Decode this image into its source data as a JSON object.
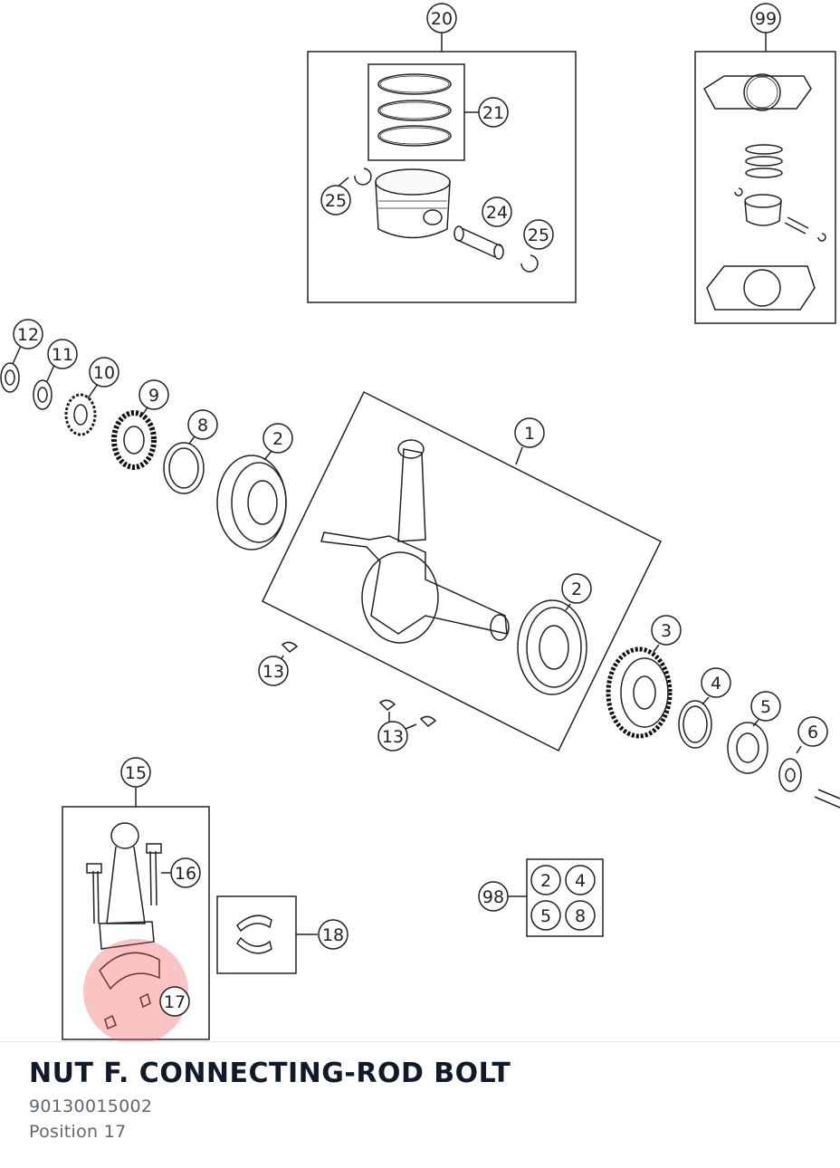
{
  "diagram": {
    "callouts": [
      {
        "id": "c20",
        "label": "20"
      },
      {
        "id": "c21",
        "label": "21"
      },
      {
        "id": "c25a",
        "label": "25"
      },
      {
        "id": "c24",
        "label": "24"
      },
      {
        "id": "c25b",
        "label": "25"
      },
      {
        "id": "c99",
        "label": "99"
      },
      {
        "id": "c12",
        "label": "12"
      },
      {
        "id": "c11",
        "label": "11"
      },
      {
        "id": "c10",
        "label": "10"
      },
      {
        "id": "c9",
        "label": "9"
      },
      {
        "id": "c8",
        "label": "8"
      },
      {
        "id": "c2a",
        "label": "2"
      },
      {
        "id": "c1",
        "label": "1"
      },
      {
        "id": "c2b",
        "label": "2"
      },
      {
        "id": "c3",
        "label": "3"
      },
      {
        "id": "c4",
        "label": "4"
      },
      {
        "id": "c5",
        "label": "5"
      },
      {
        "id": "c6",
        "label": "6"
      },
      {
        "id": "c13a",
        "label": "13"
      },
      {
        "id": "c13b",
        "label": "13"
      },
      {
        "id": "c15",
        "label": "15"
      },
      {
        "id": "c16",
        "label": "16"
      },
      {
        "id": "c17",
        "label": "17"
      },
      {
        "id": "c18",
        "label": "18"
      },
      {
        "id": "c98",
        "label": "98"
      },
      {
        "id": "k2",
        "label": "2"
      },
      {
        "id": "k4",
        "label": "4"
      },
      {
        "id": "k5",
        "label": "5"
      },
      {
        "id": "k8",
        "label": "8"
      }
    ],
    "highlight": {
      "position": "17",
      "color": "#f0555a"
    }
  },
  "part": {
    "name": "NUT F. CONNECTING-ROD BOLT",
    "number": "90130015002",
    "position": "Position 17"
  }
}
